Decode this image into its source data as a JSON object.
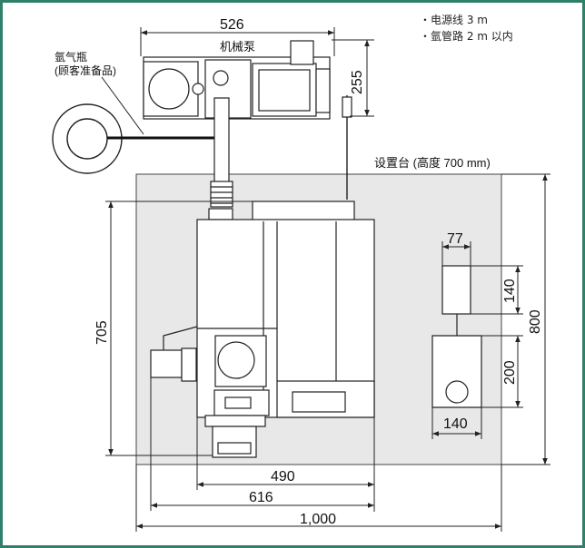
{
  "notes": {
    "power_cable": "・电源线 3 m",
    "argon_line": "・氩管路 2 m 以内"
  },
  "labels": {
    "pump": "机械泵",
    "cylinder_line1": "氩气瓶",
    "cylinder_line2": "(顾客准备品)",
    "table": "设置台 (高度 700 mm)"
  },
  "dimensions": {
    "pump_width": "526",
    "pump_height": "255",
    "unit_depth": "705",
    "table_depth": "800",
    "small_box_width": "77",
    "small_box_height": "140",
    "transformer_height": "200",
    "transformer_width": "140",
    "unit_width": "490",
    "base_width": "616",
    "table_width": "1,000"
  },
  "colors": {
    "frame": "#2f7f6a",
    "table_fill": "#e8e8e8",
    "line": "#222222"
  }
}
